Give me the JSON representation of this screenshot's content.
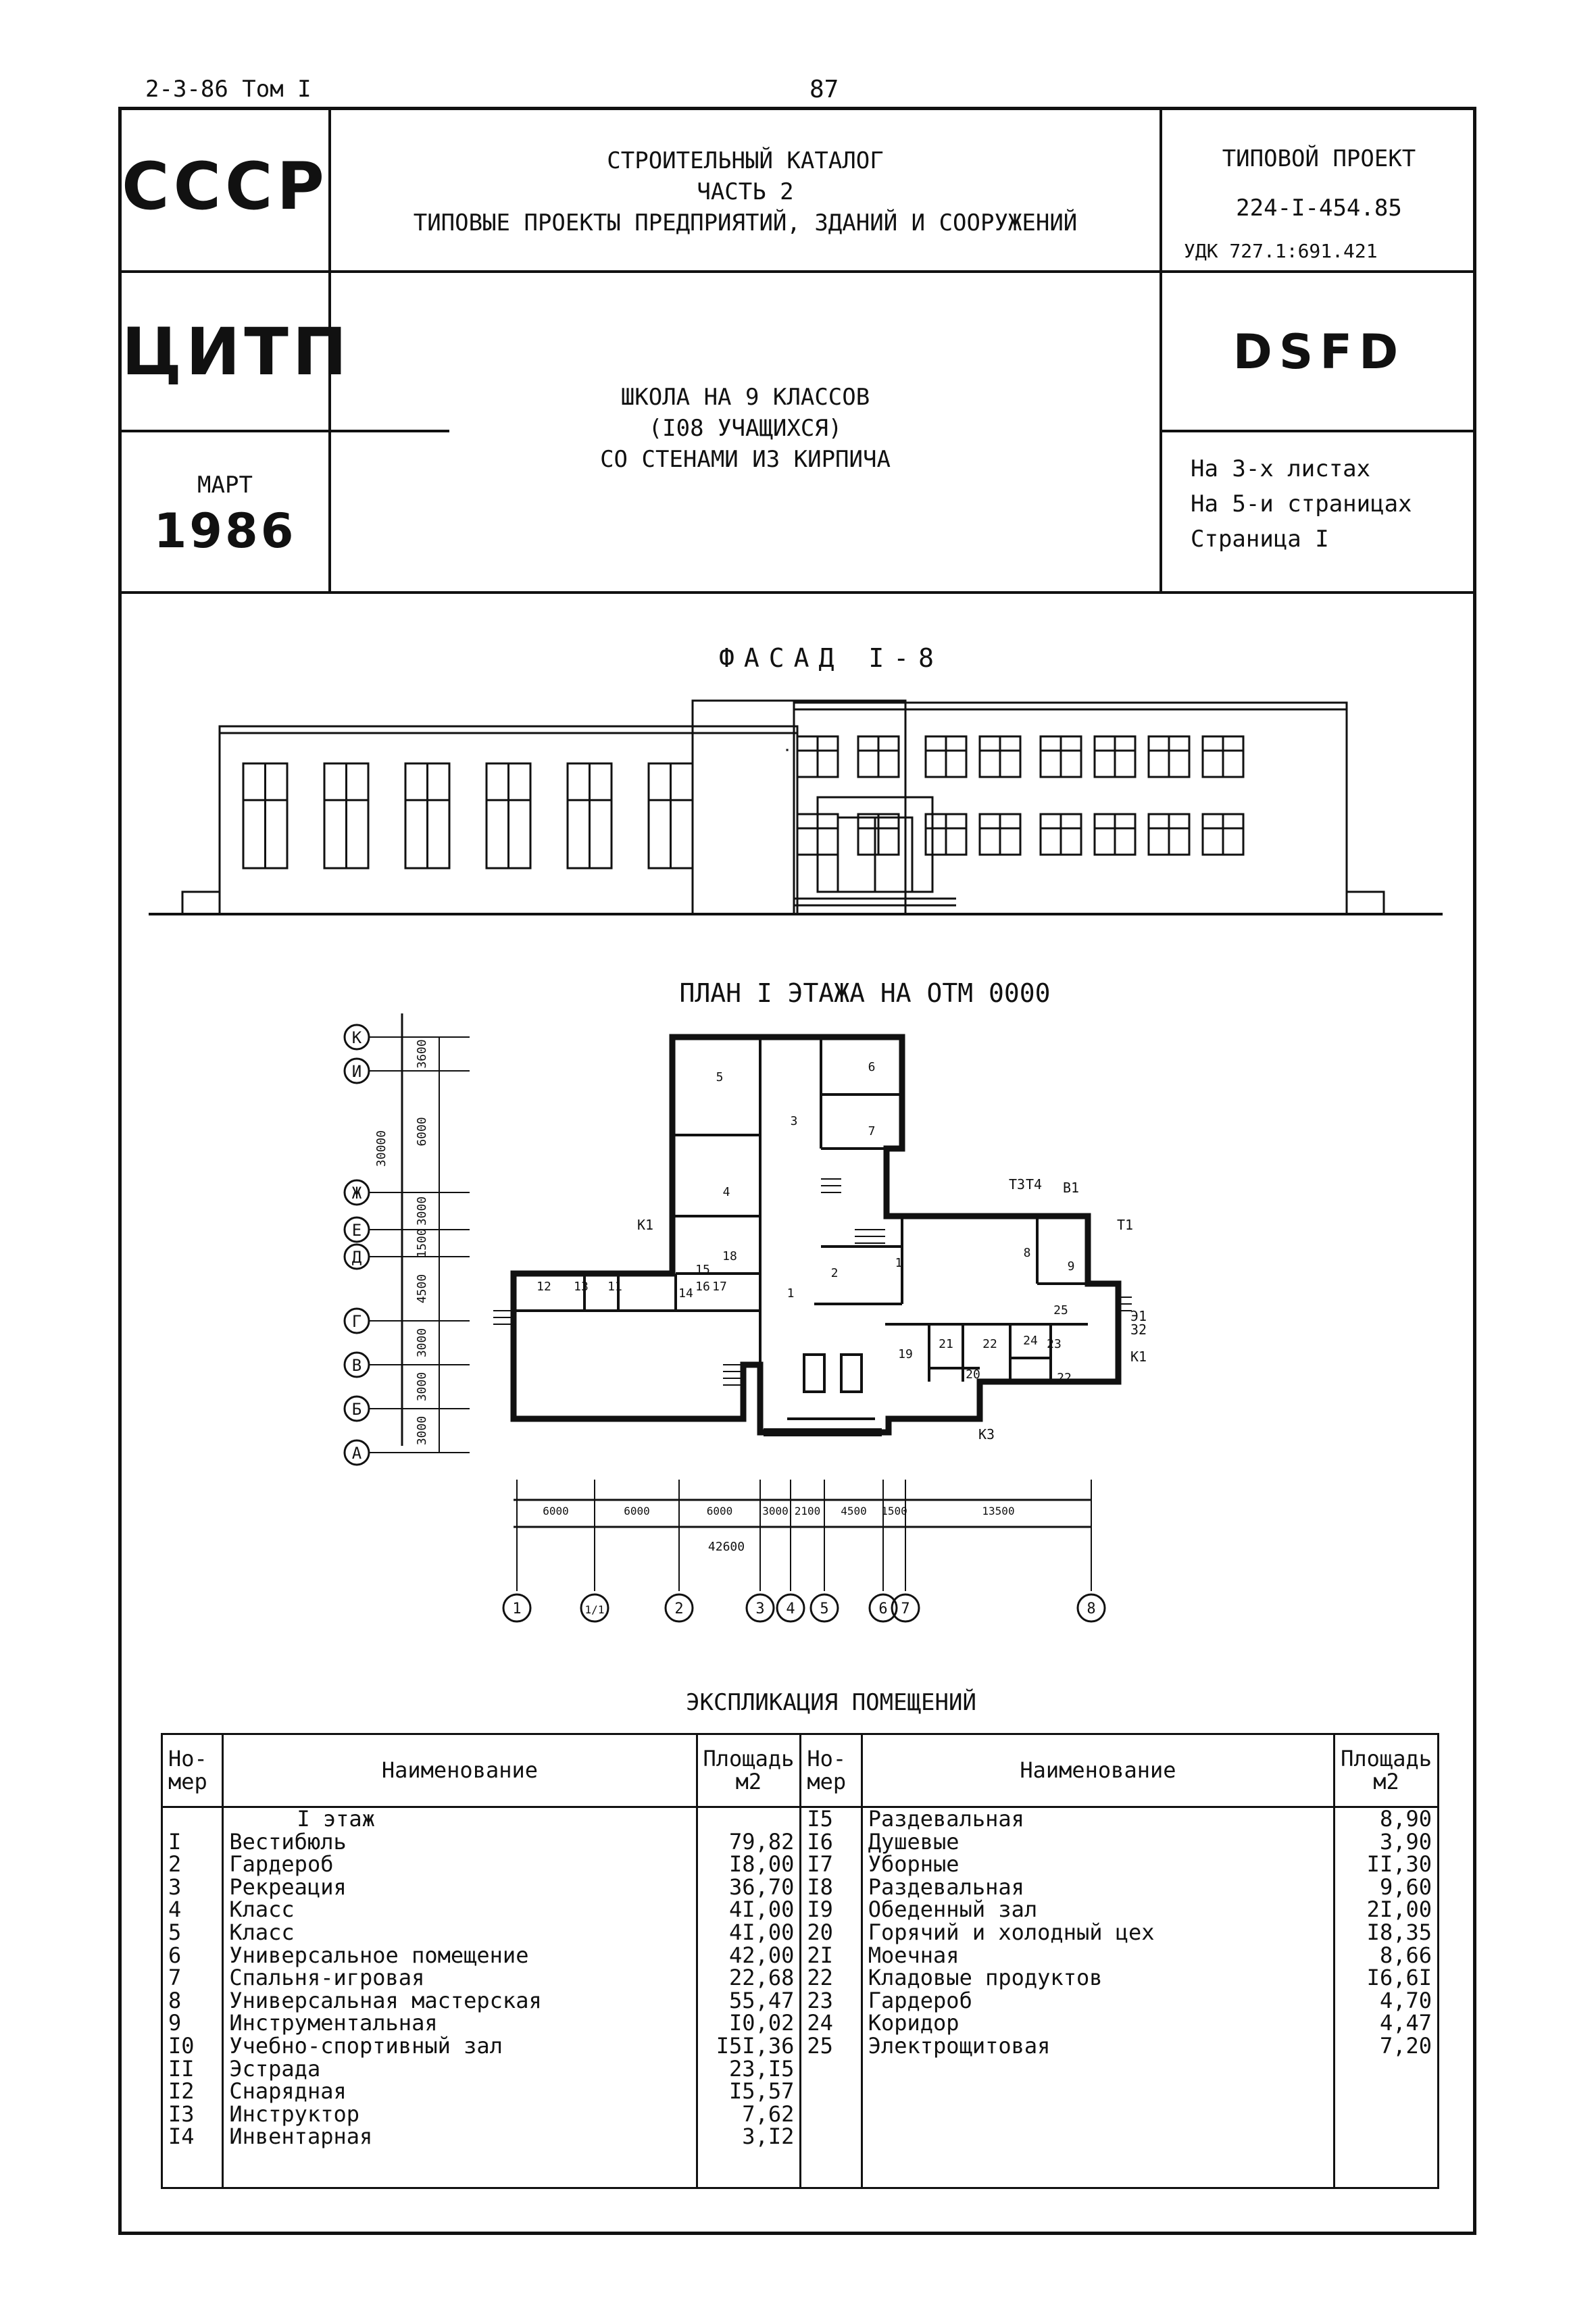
{
  "top_left": "2-3-86 Том I",
  "page_number": "87",
  "header": {
    "org1": "СССР",
    "org2": "ЦИТП",
    "month": "МАРТ",
    "year": "1986",
    "catalog_title": [
      "СТРОИТЕЛЬНЫЙ КАТАЛОГ",
      "ЧАСТЬ 2",
      "ТИПОВЫЕ ПРОЕКТЫ ПРЕДПРИЯТИЙ, ЗДАНИЙ И СООРУЖЕНИЙ"
    ],
    "project_label": "ТИПОВОЙ ПРОЕКТ",
    "project_number": "224-I-454.85",
    "udk": "УДК 727.1:691.421",
    "code": "DSFD",
    "building_title": [
      "ШКОЛА НА 9 КЛАССОВ",
      "(I08 УЧАЩИХСЯ)",
      "СО СТЕНАМИ ИЗ КИРПИЧА"
    ],
    "sheets": [
      "На 3-х листах",
      "На 5-и страницах",
      "Страница I"
    ]
  },
  "facade_title": "ФАСАД I-8",
  "plan_title": "ПЛАН I ЭТАЖА НА ОТМ 0000",
  "plan": {
    "axis_letters": [
      "К",
      "И",
      "Ж",
      "Е",
      "Д",
      "Г",
      "В",
      "Б",
      "А"
    ],
    "vertical_dims": [
      "3600",
      "6000",
      "3000",
      "1500",
      "4500",
      "3000",
      "3000",
      "3000"
    ],
    "vertical_total": "30000",
    "horizontal_dims": [
      "6000",
      "6000",
      "6000",
      "3000",
      "2100",
      "4500",
      "1500",
      "13500"
    ],
    "horizontal_total": "42600",
    "axis_numbers": [
      "1",
      "1/1",
      "2",
      "3",
      "4",
      "5",
      "6",
      "7",
      "8"
    ],
    "room_labels": [
      "1",
      "1",
      "2",
      "3",
      "4",
      "5",
      "6",
      "7",
      "8",
      "9",
      "11",
      "12",
      "13",
      "14",
      "15",
      "16",
      "17",
      "18",
      "19",
      "20",
      "21",
      "22",
      "22",
      "23",
      "24",
      "25"
    ],
    "utility_labels": [
      "Т3",
      "Т4",
      "В1",
      "Т1",
      "К1",
      "К1",
      "Э1",
      "З2",
      "К3"
    ]
  },
  "explication": {
    "title": "ЭКСПЛИКАЦИЯ ПОМЕЩЕНИЙ",
    "headers": {
      "num": "Но-\nмер",
      "name": "Наименование",
      "area": "Площадь\nм2"
    },
    "floor_label": "I этаж",
    "left": [
      {
        "num": "I",
        "name": "Вестибюль",
        "area": "79,82"
      },
      {
        "num": "2",
        "name": "Гардероб",
        "area": "I8,00"
      },
      {
        "num": "3",
        "name": "Рекреация",
        "area": "36,70"
      },
      {
        "num": "4",
        "name": "Класс",
        "area": "4I,00"
      },
      {
        "num": "5",
        "name": "Класс",
        "area": "4I,00"
      },
      {
        "num": "6",
        "name": "Универсальное помещение",
        "area": "42,00"
      },
      {
        "num": "7",
        "name": "Спальня-игровая",
        "area": "22,68"
      },
      {
        "num": "8",
        "name": "Универсальная мастерская",
        "area": "55,47"
      },
      {
        "num": "9",
        "name": "Инструментальная",
        "area": "I0,02"
      },
      {
        "num": "I0",
        "name": "Учебно-спортивный зал",
        "area": "I5I,36"
      },
      {
        "num": "II",
        "name": "Эстрада",
        "area": "23,I5"
      },
      {
        "num": "I2",
        "name": "Снарядная",
        "area": "I5,57"
      },
      {
        "num": "I3",
        "name": "Инструктор",
        "area": "7,62"
      },
      {
        "num": "I4",
        "name": "Инвентарная",
        "area": "3,I2"
      }
    ],
    "right": [
      {
        "num": "I5",
        "name": "Раздевальная",
        "area": "8,90"
      },
      {
        "num": "I6",
        "name": "Душевые",
        "area": "3,90"
      },
      {
        "num": "I7",
        "name": "Уборные",
        "area": "II,30"
      },
      {
        "num": "I8",
        "name": "Раздевальная",
        "area": "9,60"
      },
      {
        "num": "I9",
        "name": "Обеденный зал",
        "area": "2I,00"
      },
      {
        "num": "20",
        "name": "Горячий и холодный цех",
        "area": "I8,35"
      },
      {
        "num": "2I",
        "name": "Моечная",
        "area": "8,66"
      },
      {
        "num": "22",
        "name": "Кладовые продуктов",
        "area": "I6,6I"
      },
      {
        "num": "23",
        "name": "Гардероб",
        "area": "4,70"
      },
      {
        "num": "24",
        "name": "Коридор",
        "area": "4,47"
      },
      {
        "num": "25",
        "name": "Электрощитовая",
        "area": "7,20"
      }
    ]
  }
}
